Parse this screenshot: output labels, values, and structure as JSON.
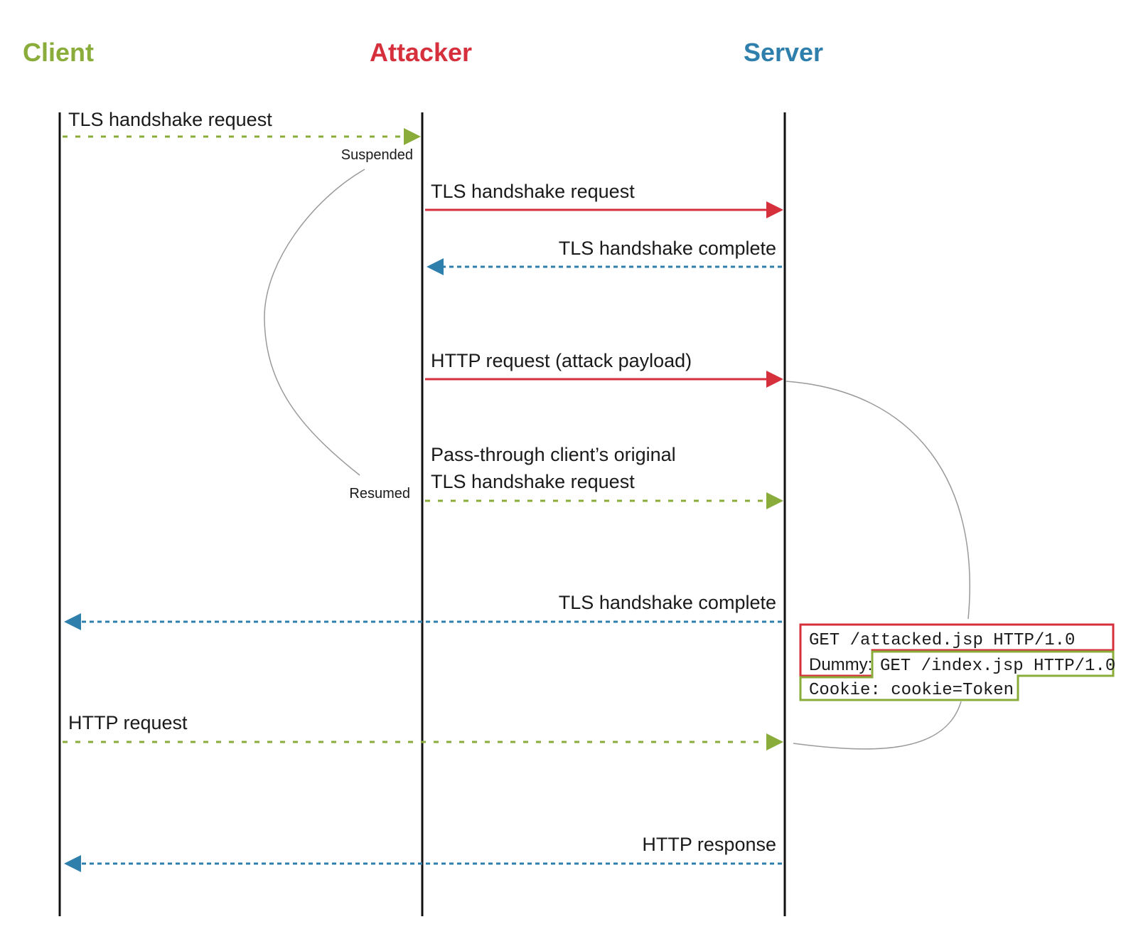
{
  "colors": {
    "client": "#8aac3a",
    "attacker": "#d6303d",
    "server": "#2f7fac",
    "lifeline": "#111111",
    "curve": "#9a9a9a"
  },
  "actors": {
    "client": "Client",
    "attacker": "Attacker",
    "server": "Server"
  },
  "messages": [
    {
      "label": "TLS handshake request",
      "from": "client",
      "to": "attacker",
      "color": "client",
      "style": "dotted"
    },
    {
      "label": "TLS handshake request",
      "from": "attacker",
      "to": "server",
      "color": "attacker",
      "style": "solid"
    },
    {
      "label": "TLS handshake complete",
      "from": "server",
      "to": "attacker",
      "color": "server",
      "style": "dashed"
    },
    {
      "label": "HTTP request (attack payload)",
      "from": "attacker",
      "to": "server",
      "color": "attacker",
      "style": "solid"
    },
    {
      "label_line1": "Pass-through client’s original",
      "label_line2": "TLS handshake request",
      "from": "attacker",
      "to": "server",
      "color": "client",
      "style": "dotted"
    },
    {
      "label": "TLS handshake complete",
      "from": "server",
      "to": "client",
      "color": "server",
      "style": "dashed"
    },
    {
      "label": "HTTP request",
      "from": "client",
      "to": "server",
      "color": "client",
      "style": "dotted"
    },
    {
      "label": "HTTP response",
      "from": "server",
      "to": "client",
      "color": "server",
      "style": "dashed"
    }
  ],
  "notes": {
    "suspended": "Suspended",
    "resumed": "Resumed"
  },
  "payload": {
    "line1": "GET /attacked.jsp HTTP/1.0",
    "line2_prefix": "Dummy:",
    "line2_request": "GET /index.jsp HTTP/1.0",
    "line3": "Cookie: cookie=Token"
  }
}
